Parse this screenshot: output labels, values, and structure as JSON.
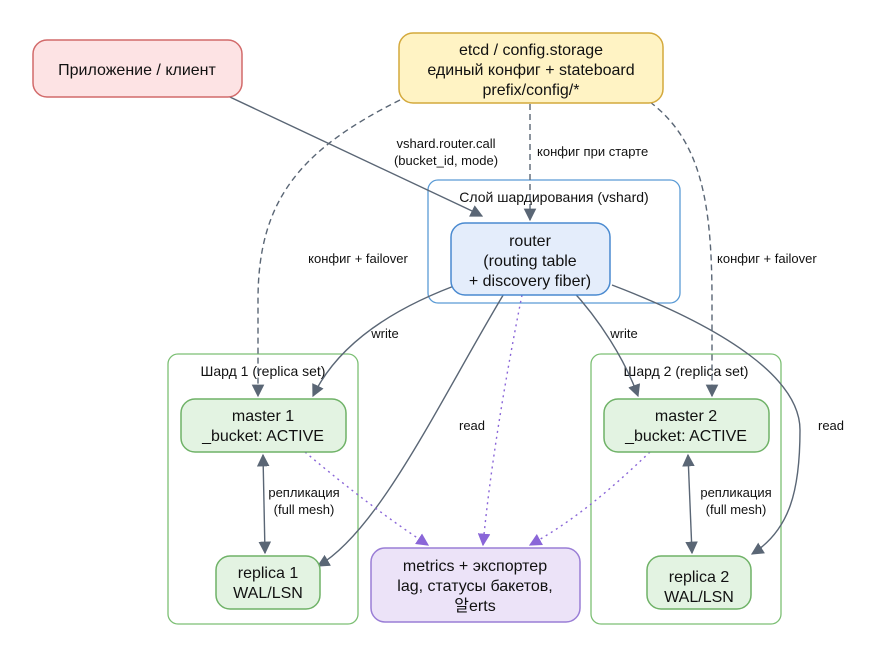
{
  "nodes": {
    "client": {
      "line1": "Приложение / клиент"
    },
    "etcd": {
      "line1": "etcd / config.storage",
      "line2": "единый конфиг + stateboard",
      "line3": "prefix/config/*"
    },
    "router": {
      "line1": "router",
      "line2": "(routing table",
      "line3": "+ discovery fiber)"
    },
    "master1": {
      "line1": "master 1",
      "line2": "_bucket: ACTIVE"
    },
    "master2": {
      "line1": "master 2",
      "line2": "_bucket: ACTIVE"
    },
    "replica1": {
      "line1": "replica 1",
      "line2": "WAL/LSN"
    },
    "replica2": {
      "line1": "replica 2",
      "line2": "WAL/LSN"
    },
    "metrics": {
      "line1": "metrics + экспортер",
      "line2": "lag, статусы бакетов,",
      "line3": "알erts"
    }
  },
  "clusters": {
    "vshard": "Слой шардирования (vshard)",
    "shard1": "Шард 1 (replica set)",
    "shard2": "Шард 2 (replica set)"
  },
  "edges": {
    "router_call_1": "vshard.router.call",
    "router_call_2": "(bucket_id, mode)",
    "config_start": "конфиг при старте",
    "config_failover_left": "конфиг + failover",
    "config_failover_right": "конфиг + failover",
    "write_left": "write",
    "write_right": "write",
    "read_left": "read",
    "read_right": "read",
    "repl1_1": "репликация",
    "repl1_2": "(full mesh)",
    "repl2_1": "репликация",
    "repl2_2": "(full mesh)"
  },
  "colors": {
    "client_fill": "#fde3e4",
    "client_stroke": "#d26a6a",
    "etcd_fill": "#fff3c4",
    "etcd_stroke": "#d4a93c",
    "router_fill": "#e4edfb",
    "router_stroke": "#4a8ad0",
    "cluster_vshard_stroke": "#5b9bd5",
    "cluster_shard_stroke": "#7cbf74",
    "shard_node_fill": "#e3f3e2",
    "shard_node_stroke": "#6fb267",
    "metrics_fill": "#ece3f8",
    "metrics_stroke": "#9a7ed6",
    "edge": "#5a6675",
    "metrics_edge": "#8a66d8"
  }
}
